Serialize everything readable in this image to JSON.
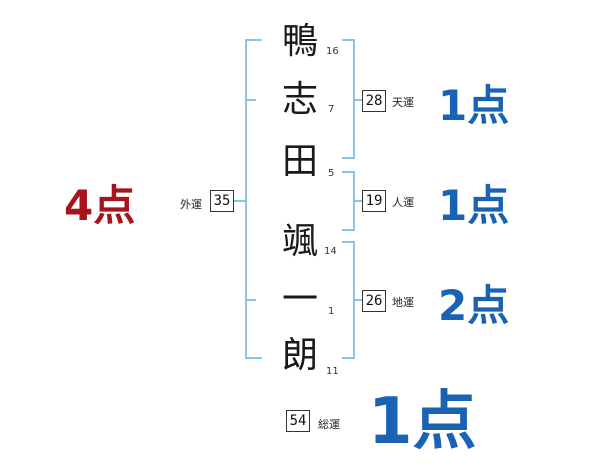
{
  "name_chars": [
    {
      "char": "鴨",
      "strokes": "16"
    },
    {
      "char": "志",
      "strokes": "7"
    },
    {
      "char": "田",
      "strokes": "5"
    },
    {
      "char": "颯",
      "strokes": "14"
    },
    {
      "char": "一",
      "strokes": "1"
    },
    {
      "char": "朗",
      "strokes": "11"
    }
  ],
  "fortunes": {
    "tenkaku": {
      "value": "28",
      "label": "天運",
      "score": "1点"
    },
    "jinkaku": {
      "value": "19",
      "label": "人運",
      "score": "1点"
    },
    "chikaku": {
      "value": "26",
      "label": "地運",
      "score": "2点"
    },
    "gaikaku": {
      "value": "35",
      "label": "外運",
      "score": "4点"
    },
    "soukaku": {
      "value": "54",
      "label": "総運",
      "score": "1点"
    }
  },
  "colors": {
    "bracket": "#8cc3e8",
    "score_blue": "#1a63b3",
    "score_red": "#a8141c"
  }
}
